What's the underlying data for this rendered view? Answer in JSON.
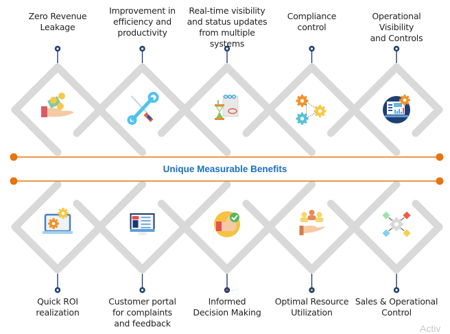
{
  "title": "Unique Measurable Benefits",
  "colors": {
    "accent_orange": "#e8730f",
    "title_blue": "#1b6fc0",
    "connector_navy": "#1f3f73",
    "diamond_gray": "#d9d9d9"
  },
  "top_benefits": [
    {
      "lines": [
        "Zero Revenue",
        "Leakage"
      ],
      "icon": "hand-holding-money-icon"
    },
    {
      "lines": [
        "Improvement  in",
        "efficiency  and",
        "productivity"
      ],
      "icon": "wrench-screwdriver-icon"
    },
    {
      "lines": [
        "Real-time visibility",
        "and status updates",
        "from multiple  systems"
      ],
      "icon": "hourglass-document-icon"
    },
    {
      "lines": [
        "Compliance",
        "control"
      ],
      "icon": "gears-network-icon"
    },
    {
      "lines": [
        "Operational Visibility",
        "and Controls"
      ],
      "icon": "laptop-dashboard-icon"
    }
  ],
  "bottom_benefits": [
    {
      "lines": [
        "Quick  ROI",
        "realization"
      ],
      "icon": "laptop-gears-icon",
      "dot_center": "#ffffff"
    },
    {
      "lines": [
        "Customer portal",
        "for complaints",
        "and feedback"
      ],
      "icon": "monitor-profile-icon",
      "dot_center": "#ffffff"
    },
    {
      "lines": [
        "Informed",
        "Decision Making"
      ],
      "icon": "thumbs-up-check-icon",
      "dot_center": "#e0503a"
    },
    {
      "lines": [
        "Optimal  Resource",
        "Utilization"
      ],
      "icon": "hand-team-icon",
      "dot_center": "#a9d05a"
    },
    {
      "lines": [
        "Sales & Operational",
        "Control"
      ],
      "icon": "central-gear-nodes-icon",
      "dot_center": "#ffffff"
    }
  ],
  "watermark": "Activ"
}
